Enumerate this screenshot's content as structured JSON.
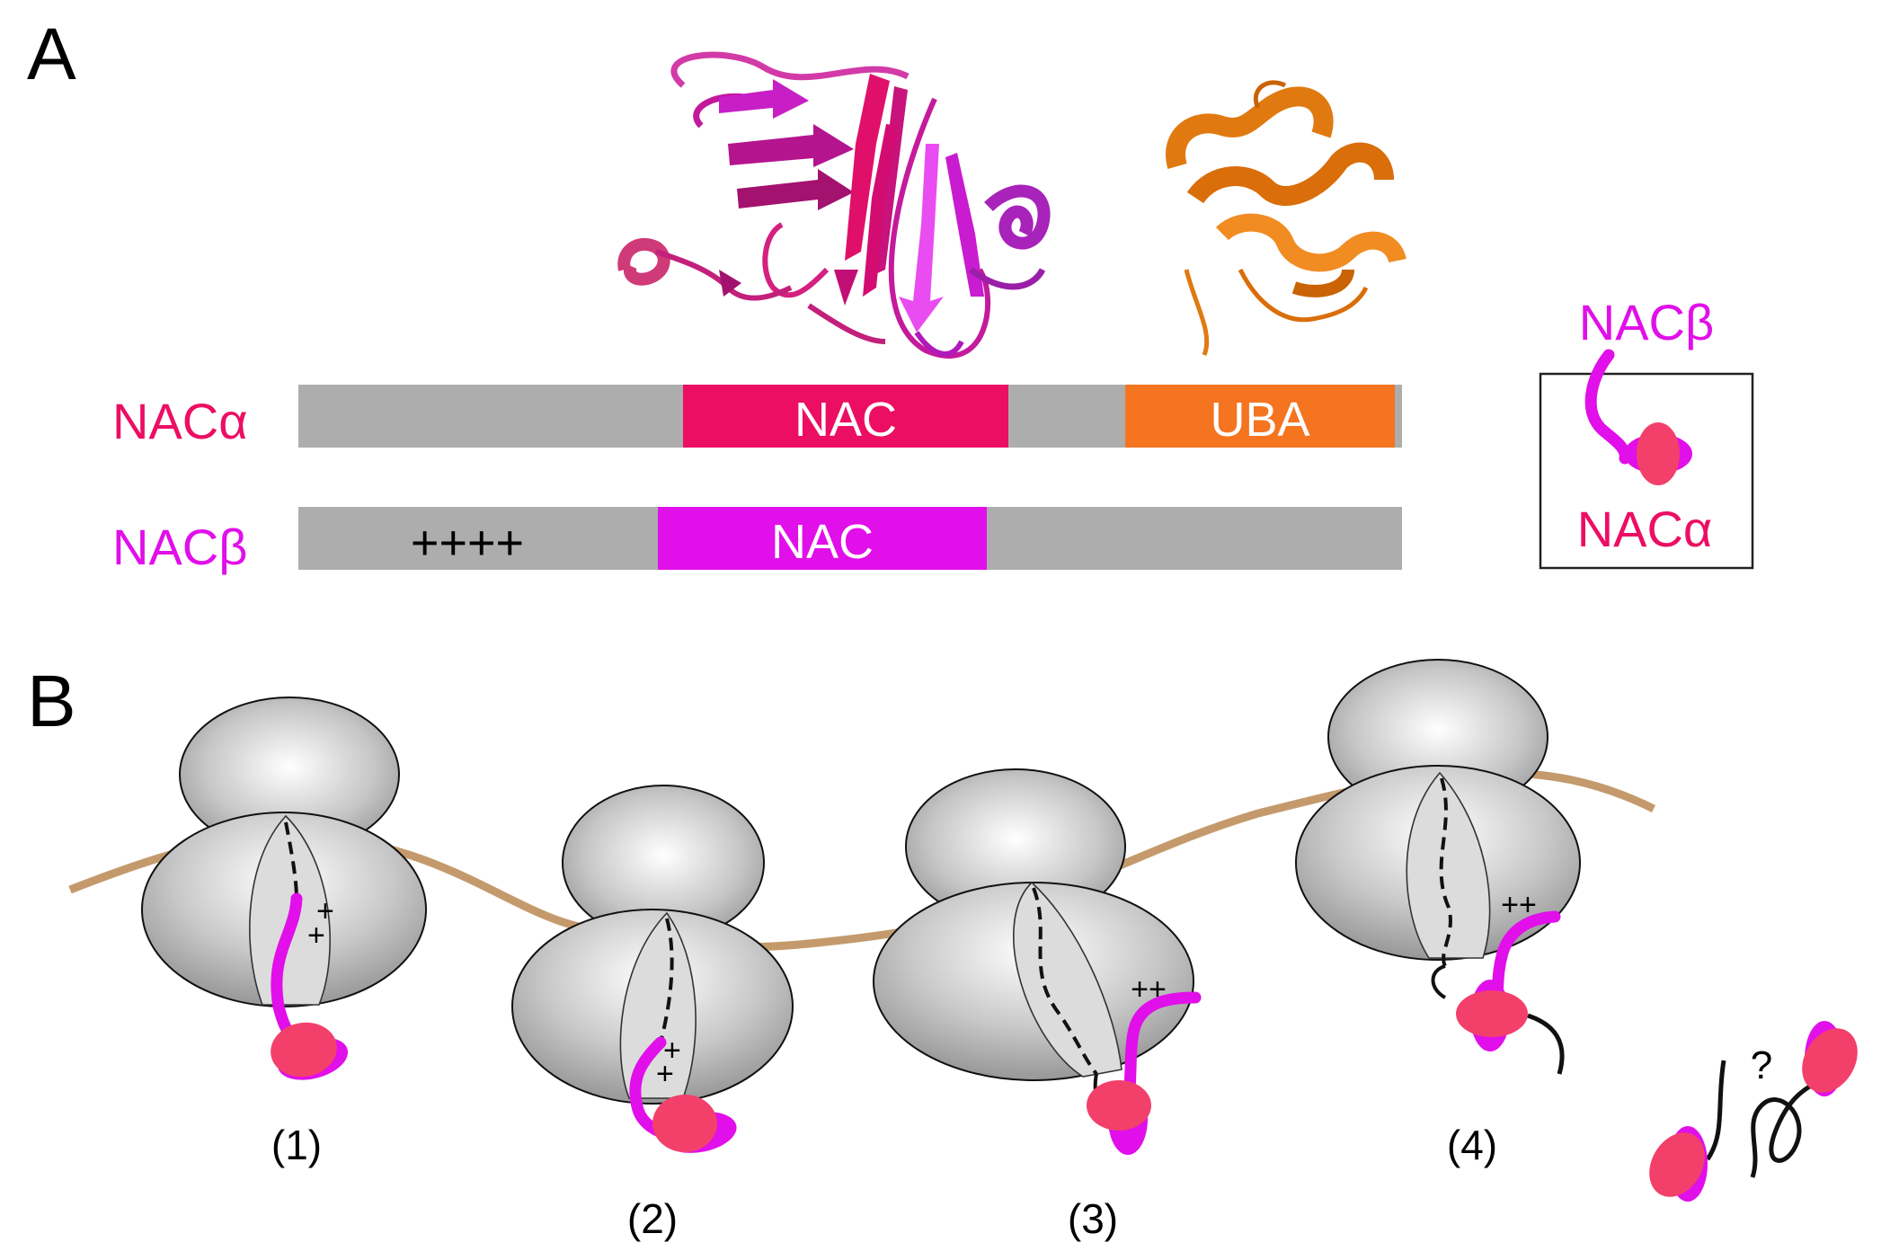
{
  "panels": {
    "a": {
      "label": "A"
    },
    "b": {
      "label": "B"
    }
  },
  "domain_bars": {
    "alpha": {
      "name": "NACα",
      "segments": [
        {
          "kind": "linker",
          "text": ""
        },
        {
          "kind": "nac",
          "text": "NAC"
        },
        {
          "kind": "linker",
          "text": ""
        },
        {
          "kind": "uba",
          "text": "UBA"
        }
      ]
    },
    "beta": {
      "name": "NACβ",
      "charge_text": "++++",
      "segments": [
        {
          "kind": "linker",
          "text": ""
        },
        {
          "kind": "nac",
          "text": "NAC"
        },
        {
          "kind": "linker",
          "text": ""
        }
      ]
    }
  },
  "legend_box": {
    "top_label": "NACβ",
    "bottom_label": "NACα"
  },
  "stages": [
    {
      "label": "(1)",
      "charge_marks": [
        "+",
        "+"
      ]
    },
    {
      "label": "(2)",
      "charge_marks": [
        "+",
        "+"
      ]
    },
    {
      "label": "(3)",
      "charge_marks": [
        "++"
      ]
    },
    {
      "label": "(4)",
      "charge_marks": [
        "++"
      ]
    }
  ],
  "released_complex": {
    "question_mark": "?"
  },
  "colors": {
    "nac_alpha": "#ec0e63",
    "nac_beta": "#e10fe9",
    "uba": "#f57420",
    "linker_gray": "#adadad",
    "mrna": "#c49a6c",
    "ribosome_gray": "#bdbdbd",
    "complex_oval": "#f2406b"
  }
}
